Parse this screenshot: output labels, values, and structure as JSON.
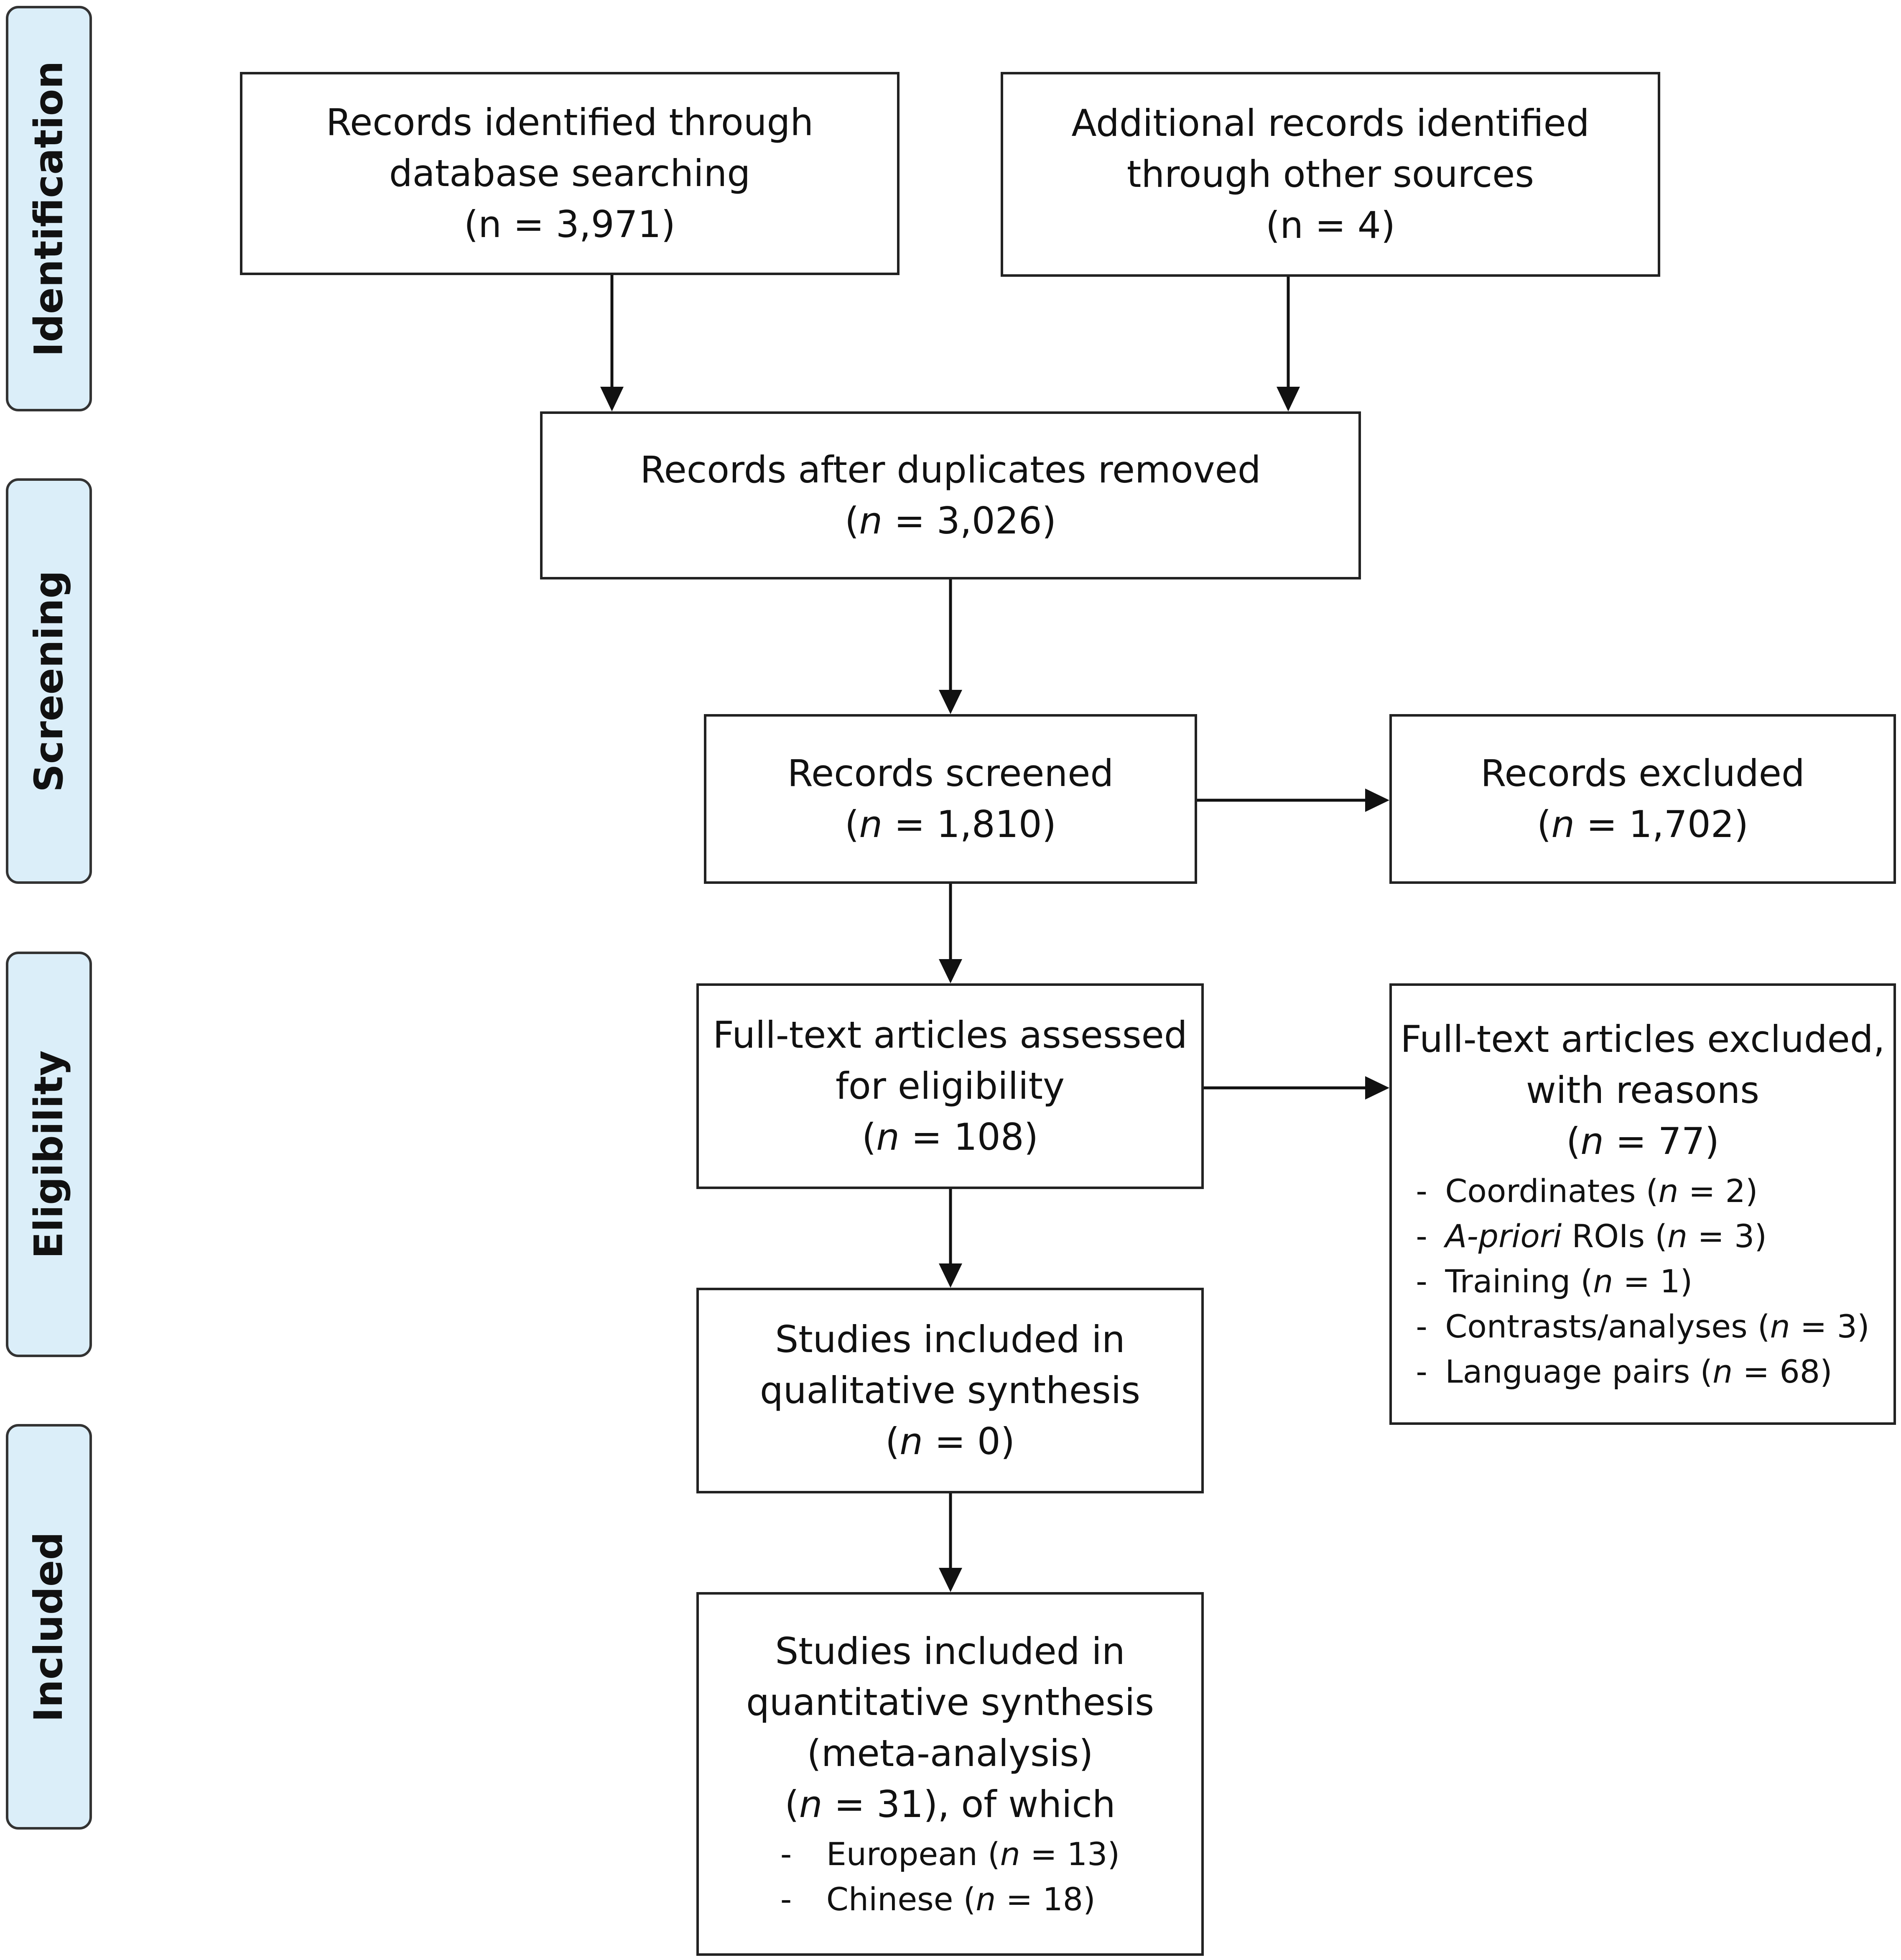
{
  "stages": {
    "identification": "Identification",
    "screening": "Screening",
    "eligibility": "Eligibility",
    "included": "Included"
  },
  "boxes": {
    "database_records": {
      "line1": "Records identified through",
      "line2": "database searching",
      "count": "(n = 3,971)"
    },
    "other_records": {
      "line1": "Additional records identified",
      "line2": "through other sources",
      "count": "(n = 4)"
    },
    "after_duplicates": {
      "line1": "Records after duplicates removed",
      "n_prefix": "(",
      "n_var": "n",
      "n_value": " = 3,026)"
    },
    "screened": {
      "line1": "Records screened",
      "n_prefix": "(",
      "n_var": "n",
      "n_value": " = 1,810)"
    },
    "excluded": {
      "line1": "Records excluded",
      "n_prefix": "(",
      "n_var": "n",
      "n_value": " = 1,702)"
    },
    "fulltext_assessed": {
      "line1": "Full-text articles assessed",
      "line2": "for eligibility",
      "n_prefix": "(",
      "n_var": "n",
      "n_value": " = 108)"
    },
    "fulltext_excluded": {
      "line1": "Full-text articles excluded,",
      "line2": "with reasons",
      "n_prefix": "(",
      "n_var": "n",
      "n_value": " = 77)",
      "reasons": [
        {
          "dash": "-",
          "label": "Coordinates (",
          "var": "n",
          "value": " = 2)"
        },
        {
          "dash": "-",
          "label_italic": "A-priori",
          "label": " ROIs (",
          "var": "n",
          "value": " = 3)"
        },
        {
          "dash": "-",
          "label": "Training (",
          "var": "n",
          "value": " = 1)"
        },
        {
          "dash": "-",
          "label": "Contrasts/analyses (",
          "var": "n",
          "value": " = 3)"
        },
        {
          "dash": "-",
          "label": "Language pairs (",
          "var": "n",
          "value": " = 68)"
        }
      ]
    },
    "qualitative": {
      "line1": "Studies included in",
      "line2": "qualitative synthesis",
      "n_prefix": "(",
      "n_var": "n",
      "n_value": " = 0)"
    },
    "quantitative": {
      "line1": "Studies included in",
      "line2": "quantitative synthesis",
      "line3": "(meta-analysis)",
      "n_prefix": "(",
      "n_var": "n",
      "n_value": " = 31), of which",
      "subgroups": [
        {
          "dash": "-",
          "label": "European (",
          "var": "n",
          "value": " = 13)"
        },
        {
          "dash": "-",
          "label": "Chinese (",
          "var": "n",
          "value": " = 18)"
        }
      ]
    }
  }
}
